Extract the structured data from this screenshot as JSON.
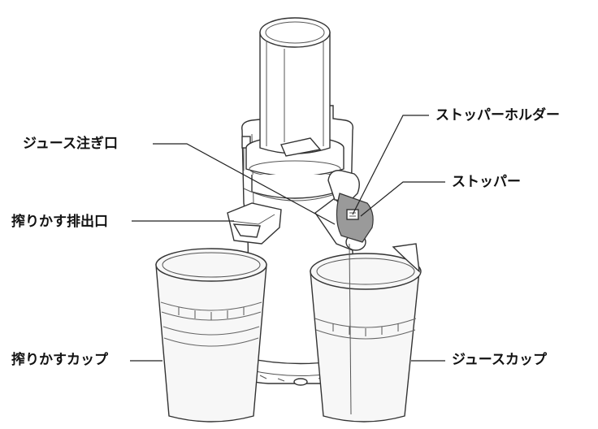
{
  "labels": {
    "juice_spout": "ジュース注ぎ口",
    "pulp_outlet": "搾りかす排出口",
    "pulp_cup": "搾りかすカップ",
    "stopper_holder": "ストッパーホルダー",
    "stopper": "ストッパー",
    "juice_cup": "ジュースカップ"
  }
}
